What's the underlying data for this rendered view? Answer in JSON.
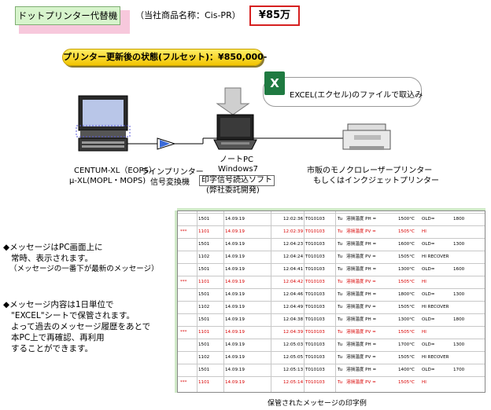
{
  "header": {
    "title": "ドットプリンター代替機",
    "product_name": "（当社商品名称：Cis-PR）",
    "price": "¥85万"
  },
  "banner": "プリンター更新後の状態(フルセット)：¥850,000-",
  "excel": {
    "icon_letter": "X",
    "text": "EXCEL(エクセル)のファイルで取込み"
  },
  "devices": {
    "centum_line1": "CENTUM-XL（EOPS）",
    "centum_line2": "μ-XL(MOPL・MOPS)",
    "converter_line1": "ラインプリンター",
    "converter_line2": "信号変換機",
    "pc_line1": "ノートPC",
    "pc_line2": "Windows7",
    "pc_line3": "印字信号読込ソフト",
    "pc_line4": "(弊社委託開発)",
    "printer_line1": "市販のモノクロレーザープリンター",
    "printer_line2": "もしくはインクジェットプリンター"
  },
  "notes": {
    "n1_l1": "◆メッセージはPC画面上に",
    "n1_l2": "常時、表示されます。",
    "n1_l3": "（メッセージの一番下が最新のメッセージ）",
    "n2_l1": "◆メッセージ内容は1日単位で",
    "n2_l2": "\"EXCEL\"シートで保管されます。",
    "n2_l3": "よって過去のメッセージ履歴をあとで",
    "n2_l4": "本PC上で再確認、再利用",
    "n2_l5": "することができます。"
  },
  "printout": {
    "caption": "保管されたメッセージの印字例",
    "rows": [
      {
        "flag": "",
        "no": "1501",
        "date": "14.09.19",
        "time": "12:02:36",
        "tag": "T010103",
        "u": "Tu",
        "label": "溶損温度 PH =",
        "val": "1500°C",
        "st": "OLD=",
        "old": "1800",
        "red": false
      },
      {
        "flag": "***",
        "no": "1101",
        "date": "14.09.19",
        "time": "12:02:39",
        "tag": "T010103",
        "u": "Tu",
        "label": "溶損温度 PV =",
        "val": "1505°C",
        "st": "HI",
        "old": "",
        "red": true
      },
      {
        "flag": "",
        "no": "1501",
        "date": "14.09.19",
        "time": "12:04:23",
        "tag": "T010103",
        "u": "Tu",
        "label": "溶損温度 PH =",
        "val": "1600°C",
        "st": "OLD=",
        "old": "1300",
        "red": false
      },
      {
        "flag": "",
        "no": "1102",
        "date": "14.09.19",
        "time": "12:04:24",
        "tag": "T010103",
        "u": "Tu",
        "label": "溶損温度 PV =",
        "val": "1505°C",
        "st": "HI RECOVER",
        "old": "",
        "red": false
      },
      {
        "flag": "",
        "no": "1501",
        "date": "14.09.19",
        "time": "12:04:41",
        "tag": "T010103",
        "u": "Tu",
        "label": "溶損温度 PH =",
        "val": "1300°C",
        "st": "OLD=",
        "old": "1600",
        "red": false
      },
      {
        "flag": "***",
        "no": "1101",
        "date": "14.09.19",
        "time": "12:04:42",
        "tag": "T010103",
        "u": "Tu",
        "label": "溶損温度 PV =",
        "val": "1505°C",
        "st": "HI",
        "old": "",
        "red": true
      },
      {
        "flag": "",
        "no": "1501",
        "date": "14.09.19",
        "time": "12:04:46",
        "tag": "T010103",
        "u": "Tu",
        "label": "溶損温度 PH =",
        "val": "1800°C",
        "st": "OLD=",
        "old": "1300",
        "red": false
      },
      {
        "flag": "",
        "no": "1102",
        "date": "14.09.19",
        "time": "12:04:49",
        "tag": "T010103",
        "u": "Tu",
        "label": "溶損温度 PV =",
        "val": "1505°C",
        "st": "HI RECOVER",
        "old": "",
        "red": false
      },
      {
        "flag": "",
        "no": "1501",
        "date": "14.09.19",
        "time": "12:04:38",
        "tag": "T010103",
        "u": "Tu",
        "label": "溶損温度 PH =",
        "val": "1300°C",
        "st": "OLD=",
        "old": "1800",
        "red": false
      },
      {
        "flag": "***",
        "no": "1101",
        "date": "14.09.19",
        "time": "12:04:39",
        "tag": "T010103",
        "u": "Tu",
        "label": "溶損温度 PV =",
        "val": "1505°C",
        "st": "HI",
        "old": "",
        "red": true
      },
      {
        "flag": "",
        "no": "1501",
        "date": "14.09.19",
        "time": "12:05:03",
        "tag": "T010103",
        "u": "Tu",
        "label": "溶損温度 PH =",
        "val": "1700°C",
        "st": "OLD=",
        "old": "1300",
        "red": false
      },
      {
        "flag": "",
        "no": "1102",
        "date": "14.09.19",
        "time": "12:05:05",
        "tag": "T010103",
        "u": "Tu",
        "label": "溶損温度 PV =",
        "val": "1505°C",
        "st": "HI RECOVER",
        "old": "",
        "red": false
      },
      {
        "flag": "",
        "no": "1501",
        "date": "14.09.19",
        "time": "12:05:13",
        "tag": "T010103",
        "u": "Tu",
        "label": "溶損温度 PH =",
        "val": "1400°C",
        "st": "OLD=",
        "old": "1700",
        "red": false
      },
      {
        "flag": "***",
        "no": "1101",
        "date": "14.09.19",
        "time": "12:05:14",
        "tag": "T010103",
        "u": "Tu",
        "label": "溶損温度 PV =",
        "val": "1505°C",
        "st": "HI",
        "old": "",
        "red": true
      }
    ]
  }
}
